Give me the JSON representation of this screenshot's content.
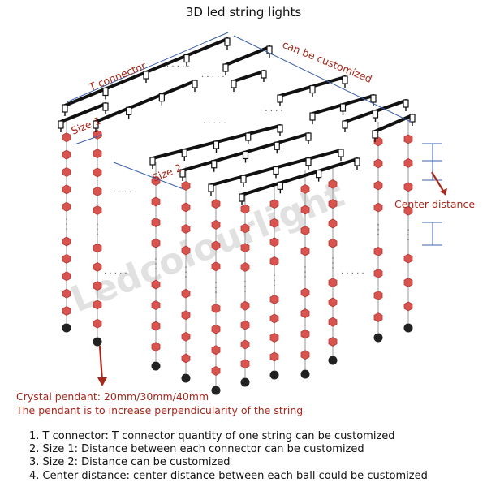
{
  "title": "3D led string lights",
  "labels": {
    "t_connector": "T connector",
    "customized": "can be customized",
    "size1": "Size 1",
    "size2": "Size 2",
    "center_distance": "Center distance",
    "pendant_line1": "Crystal pendant: 20mm/30mm/40mm",
    "pendant_line2": "The pendant is to increase perpendicularity of the string",
    "watermark": "Ledcolourlight",
    "ellipsis": "· · · · ·"
  },
  "notes": [
    "1. T connector: T connector quantity of one string can be customized",
    "2. Size 1: Distance between each connector can be customized",
    "3. Size 2: Distance can be customized",
    "4. Center distance: center distance between each ball could be customized"
  ],
  "colors": {
    "ball": "#d9534f",
    "pendant": "#222222",
    "annotation": "#a5281c",
    "dimension": "#3b5fa8",
    "rail": "#111111"
  }
}
